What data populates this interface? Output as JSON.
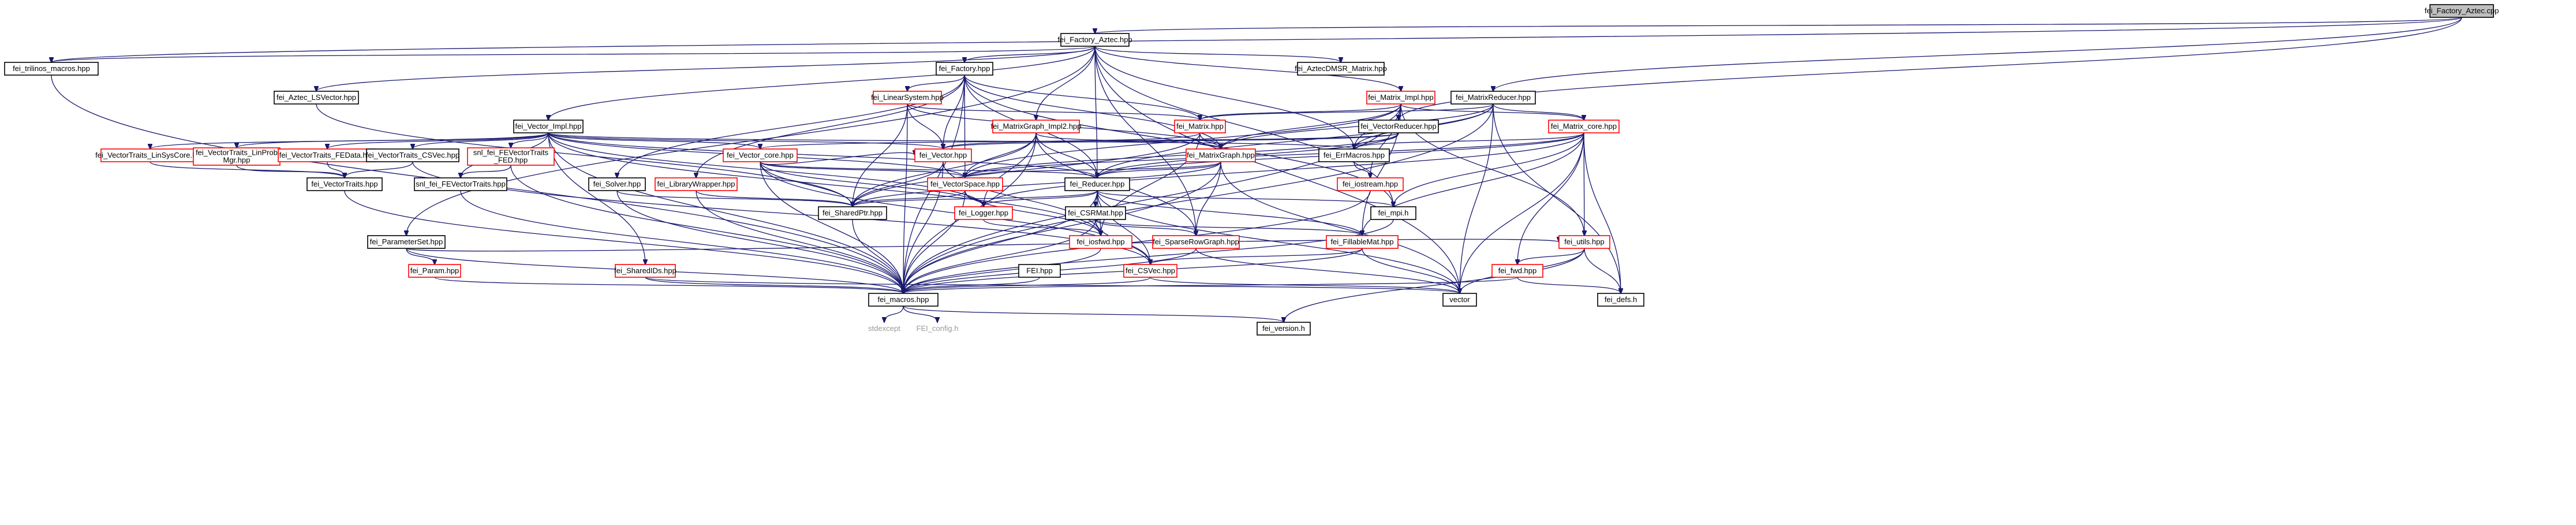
{
  "graph": {
    "root": "fei_Factory_Aztec.cpp",
    "nodes": [
      {
        "id": "root",
        "label": "fei_Factory_Aztec.cpp",
        "style": "root"
      },
      {
        "id": "factory_aztec",
        "label": "fei_Factory_Aztec.hpp",
        "style": "normal"
      },
      {
        "id": "inline_macros",
        "label": "fei_trilinos_macros.hpp",
        "style": "normal"
      },
      {
        "id": "aztec_dmsr",
        "label": "fei_AztecDMSR_Matrix.hpp",
        "style": "normal"
      },
      {
        "id": "matrix_reducer",
        "label": "fei_MatrixReducer.hpp",
        "style": "normal"
      },
      {
        "id": "factory",
        "label": "fei_Factory.hpp",
        "style": "normal"
      },
      {
        "id": "aztec_lsvector",
        "label": "fei_Aztec_LSVector.hpp",
        "style": "normal"
      },
      {
        "id": "linear_system",
        "label": "fei_LinearSystem.hpp",
        "style": "red"
      },
      {
        "id": "matrix_impl",
        "label": "fei_Matrix_Impl.hpp",
        "style": "red"
      },
      {
        "id": "vector_impl",
        "label": "fei_Vector_Impl.hpp",
        "style": "normal"
      },
      {
        "id": "matrix_graph_impl2",
        "label": "fei_MatrixGraph_Impl2.hpp",
        "style": "red"
      },
      {
        "id": "matrix_hpp",
        "label": "fei_Matrix.hpp",
        "style": "red"
      },
      {
        "id": "vector_reducer",
        "label": "fei_VectorReducer.hpp",
        "style": "normal"
      },
      {
        "id": "matrix_core",
        "label": "fei_Matrix_core.hpp",
        "style": "red"
      },
      {
        "id": "vt_linsyscore",
        "label": "fei_VectorTraits_LinSysCore.hpp",
        "style": "red"
      },
      {
        "id": "vt_linprobmgr",
        "label": "fei_VectorTraits_LinProb\nMgr.hpp",
        "style": "red"
      },
      {
        "id": "vt_fedata",
        "label": "fei_VectorTraits_FEData.hpp",
        "style": "red"
      },
      {
        "id": "vt_csvec",
        "label": "fei_VectorTraits_CSVec.hpp",
        "style": "normal"
      },
      {
        "id": "snl_vt_fed_red",
        "label": "snl_fei_FEVectorTraits\n_FED.hpp",
        "style": "red"
      },
      {
        "id": "vector_core",
        "label": "fei_Vector_core.hpp",
        "style": "red"
      },
      {
        "id": "vector_hpp",
        "label": "fei_Vector.hpp",
        "style": "red"
      },
      {
        "id": "matrix_graph",
        "label": "fei_MatrixGraph.hpp",
        "style": "red"
      },
      {
        "id": "err_macros",
        "label": "fei_ErrMacros.hpp",
        "style": "normal"
      },
      {
        "id": "vector_traits",
        "label": "fei_VectorTraits.hpp",
        "style": "normal"
      },
      {
        "id": "snl_vt",
        "label": "snl_fei_FEVectorTraits.hpp",
        "style": "normal"
      },
      {
        "id": "solver",
        "label": "fei_Solver.hpp",
        "style": "normal"
      },
      {
        "id": "library_wrapper",
        "label": "fei_LibraryWrapper.hpp",
        "style": "red"
      },
      {
        "id": "vector_space",
        "label": "fei_VectorSpace.hpp",
        "style": "red"
      },
      {
        "id": "reducer",
        "label": "fei_Reducer.hpp",
        "style": "normal"
      },
      {
        "id": "iostream",
        "label": "fei_iostream.hpp",
        "style": "red"
      },
      {
        "id": "shared_ptr",
        "label": "fei_SharedPtr.hpp",
        "style": "normal"
      },
      {
        "id": "logger",
        "label": "fei_Logger.hpp",
        "style": "red"
      },
      {
        "id": "csrmat",
        "label": "fei_CSRMat.hpp",
        "style": "normal"
      },
      {
        "id": "mpi",
        "label": "fei_mpi.h",
        "style": "normal"
      },
      {
        "id": "param_set",
        "label": "fei_ParameterSet.hpp",
        "style": "normal"
      },
      {
        "id": "iosfwd",
        "label": "fei_iosfwd.hpp",
        "style": "red"
      },
      {
        "id": "sparse_row_graph",
        "label": "fei_SparseRowGraph.hpp",
        "style": "red"
      },
      {
        "id": "fillable_mat",
        "label": "fei_FillableMat.hpp",
        "style": "red"
      },
      {
        "id": "utils",
        "label": "fei_utils.hpp",
        "style": "red"
      },
      {
        "id": "param",
        "label": "fei_Param.hpp",
        "style": "red"
      },
      {
        "id": "shared_ids",
        "label": "fei_SharedIDs.hpp",
        "style": "red"
      },
      {
        "id": "fei_hpp",
        "label": "FEI.hpp",
        "style": "normal"
      },
      {
        "id": "csvec",
        "label": "fei_CSVec.hpp",
        "style": "red"
      },
      {
        "id": "fwd",
        "label": "fei_fwd.hpp",
        "style": "red"
      },
      {
        "id": "vector_std",
        "label": "vector",
        "style": "normal"
      },
      {
        "id": "defs",
        "label": "fei_defs.h",
        "style": "normal"
      },
      {
        "id": "macros",
        "label": "fei_macros.hpp",
        "style": "normal"
      },
      {
        "id": "stdexcept",
        "label": "stdexcept",
        "style": "plain"
      },
      {
        "id": "fei_config",
        "label": "FEI_config.h",
        "style": "plain"
      },
      {
        "id": "version",
        "label": "fei_version.h",
        "style": "normal"
      }
    ],
    "edges": [
      [
        "root",
        "factory_aztec"
      ],
      [
        "root",
        "inline_macros"
      ],
      [
        "root",
        "matrix_reducer"
      ],
      [
        "root",
        "vector_reducer"
      ],
      [
        "factory_aztec",
        "inline_macros"
      ],
      [
        "factory_aztec",
        "aztec_dmsr"
      ],
      [
        "factory_aztec",
        "factory"
      ],
      [
        "factory_aztec",
        "aztec_lsvector"
      ],
      [
        "factory_aztec",
        "matrix_impl"
      ],
      [
        "factory_aztec",
        "vector_impl"
      ],
      [
        "factory_aztec",
        "matrix_graph_impl2"
      ],
      [
        "factory_aztec",
        "err_macros"
      ],
      [
        "factory_aztec",
        "param_set"
      ],
      [
        "factory_aztec",
        "reducer"
      ],
      [
        "factory_aztec",
        "mpi"
      ],
      [
        "factory_aztec",
        "vector_std"
      ],
      [
        "factory_aztec",
        "sparse_row_graph"
      ],
      [
        "inline_macros",
        "macros"
      ],
      [
        "factory",
        "linear_system"
      ],
      [
        "factory",
        "vector_hpp"
      ],
      [
        "factory",
        "matrix_hpp"
      ],
      [
        "factory",
        "solver"
      ],
      [
        "factory",
        "library_wrapper"
      ],
      [
        "factory",
        "vector_space"
      ],
      [
        "factory",
        "matrix_graph"
      ],
      [
        "factory",
        "mpi"
      ],
      [
        "factory",
        "macros"
      ],
      [
        "factory",
        "reducer"
      ],
      [
        "aztec_lsvector",
        "shared_ptr"
      ],
      [
        "linear_system",
        "matrix_hpp"
      ],
      [
        "linear_system",
        "vector_hpp"
      ],
      [
        "linear_system",
        "matrix_graph"
      ],
      [
        "linear_system",
        "shared_ptr"
      ],
      [
        "linear_system",
        "macros"
      ],
      [
        "matrix_impl",
        "matrix_hpp"
      ],
      [
        "matrix_impl",
        "matrix_core"
      ],
      [
        "matrix_impl",
        "matrix_graph"
      ],
      [
        "matrix_impl",
        "err_macros"
      ],
      [
        "matrix_impl",
        "iostream"
      ],
      [
        "matrix_impl",
        "macros"
      ],
      [
        "matrix_impl",
        "fillable_mat"
      ],
      [
        "matrix_impl",
        "utils"
      ],
      [
        "matrix_impl",
        "vector_space"
      ],
      [
        "vector_impl",
        "vt_linsyscore"
      ],
      [
        "vector_impl",
        "vt_linprobmgr"
      ],
      [
        "vector_impl",
        "vt_fedata"
      ],
      [
        "vector_impl",
        "vt_csvec"
      ],
      [
        "vector_impl",
        "snl_vt_fed_red"
      ],
      [
        "vector_impl",
        "snl_vt"
      ],
      [
        "vector_impl",
        "vector_core"
      ],
      [
        "vector_impl",
        "vector_hpp"
      ],
      [
        "vector_impl",
        "macros"
      ],
      [
        "vector_impl",
        "iosfwd"
      ],
      [
        "vector_impl",
        "shared_ids"
      ],
      [
        "vector_impl",
        "vector_space"
      ],
      [
        "vector_impl",
        "reducer"
      ],
      [
        "vector_impl",
        "logger"
      ],
      [
        "vector_impl",
        "err_macros"
      ],
      [
        "matrix_graph_impl2",
        "matrix_graph"
      ],
      [
        "matrix_graph_impl2",
        "vector_space"
      ],
      [
        "matrix_graph_impl2",
        "reducer"
      ],
      [
        "matrix_graph_impl2",
        "sparse_row_graph"
      ],
      [
        "matrix_graph_impl2",
        "macros"
      ],
      [
        "matrix_graph_impl2",
        "logger"
      ],
      [
        "matrix_graph_impl2",
        "shared_ptr"
      ],
      [
        "matrix_hpp",
        "vector_hpp"
      ],
      [
        "matrix_hpp",
        "matrix_graph"
      ],
      [
        "matrix_hpp",
        "shared_ptr"
      ],
      [
        "matrix_hpp",
        "iosfwd"
      ],
      [
        "matrix_reducer",
        "matrix_core"
      ],
      [
        "matrix_reducer",
        "matrix_hpp"
      ],
      [
        "matrix_reducer",
        "reducer"
      ],
      [
        "matrix_reducer",
        "matrix_graph"
      ],
      [
        "matrix_reducer",
        "err_macros"
      ],
      [
        "matrix_reducer",
        "macros"
      ],
      [
        "matrix_reducer",
        "vector_std"
      ],
      [
        "matrix_reducer",
        "defs"
      ],
      [
        "vector_reducer",
        "vector_hpp"
      ],
      [
        "vector_reducer",
        "reducer"
      ],
      [
        "vector_reducer",
        "err_macros"
      ],
      [
        "vector_reducer",
        "vector_space"
      ],
      [
        "vector_reducer",
        "vector_core"
      ],
      [
        "matrix_core",
        "mpi"
      ],
      [
        "matrix_core",
        "err_macros"
      ],
      [
        "matrix_core",
        "vector_space"
      ],
      [
        "matrix_core",
        "reducer"
      ],
      [
        "matrix_core",
        "fillable_mat"
      ],
      [
        "matrix_core",
        "utils"
      ],
      [
        "matrix_core",
        "fwd"
      ],
      [
        "matrix_core",
        "defs"
      ],
      [
        "matrix_core",
        "vector_std"
      ],
      [
        "matrix_core",
        "logger"
      ],
      [
        "vt_linsyscore",
        "vector_traits"
      ],
      [
        "vt_linprobmgr",
        "vector_traits"
      ],
      [
        "vt_fedata",
        "vector_traits"
      ],
      [
        "vt_csvec",
        "vector_traits"
      ],
      [
        "vt_csvec",
        "csvec"
      ],
      [
        "snl_vt_fed_red",
        "snl_vt"
      ],
      [
        "snl_vt_fed_red",
        "macros"
      ],
      [
        "vector_core",
        "vector_hpp"
      ],
      [
        "vector_core",
        "reducer"
      ],
      [
        "vector_core",
        "logger"
      ],
      [
        "vector_core",
        "vector_space"
      ],
      [
        "vector_core",
        "csvec"
      ],
      [
        "vector_core",
        "shared_ptr"
      ],
      [
        "vector_core",
        "macros"
      ],
      [
        "vector_hpp",
        "shared_ptr"
      ],
      [
        "vector_hpp",
        "iosfwd"
      ],
      [
        "vector_hpp",
        "macros"
      ],
      [
        "matrix_graph",
        "vector_space"
      ],
      [
        "matrix_graph",
        "reducer"
      ],
      [
        "matrix_graph",
        "sparse_row_graph"
      ],
      [
        "matrix_graph",
        "shared_ptr"
      ],
      [
        "matrix_graph",
        "macros"
      ],
      [
        "matrix_graph",
        "vector_std"
      ],
      [
        "err_macros",
        "iostream"
      ],
      [
        "vector_traits",
        "macros"
      ],
      [
        "snl_vt",
        "macros"
      ],
      [
        "solver",
        "shared_ptr"
      ],
      [
        "solver",
        "macros"
      ],
      [
        "library_wrapper",
        "shared_ptr"
      ],
      [
        "library_wrapper",
        "macros"
      ],
      [
        "vector_space",
        "logger"
      ],
      [
        "vector_space",
        "shared_ptr"
      ],
      [
        "vector_space",
        "iosfwd"
      ],
      [
        "vector_space",
        "macros"
      ],
      [
        "reducer",
        "csrmat"
      ],
      [
        "reducer",
        "fillable_mat"
      ],
      [
        "reducer",
        "logger"
      ],
      [
        "reducer",
        "shared_ptr"
      ],
      [
        "reducer",
        "mpi"
      ],
      [
        "reducer",
        "csvec"
      ],
      [
        "reducer",
        "macros"
      ],
      [
        "reducer",
        "vector_std"
      ],
      [
        "reducer",
        "iosfwd"
      ],
      [
        "iostream",
        "macros"
      ],
      [
        "shared_ptr",
        "macros"
      ],
      [
        "logger",
        "iosfwd"
      ],
      [
        "csrmat",
        "sparse_row_graph"
      ],
      [
        "csrmat",
        "fillable_mat"
      ],
      [
        "csrmat",
        "csvec"
      ],
      [
        "csrmat",
        "macros"
      ],
      [
        "mpi",
        "macros"
      ],
      [
        "param_set",
        "param"
      ],
      [
        "param_set",
        "macros"
      ],
      [
        "param_set",
        "utils"
      ],
      [
        "iosfwd",
        "macros"
      ],
      [
        "sparse_row_graph",
        "vector_std"
      ],
      [
        "sparse_row_graph",
        "macros"
      ],
      [
        "fillable_mat",
        "csvec"
      ],
      [
        "fillable_mat",
        "vector_std"
      ],
      [
        "fillable_mat",
        "macros"
      ],
      [
        "utils",
        "fwd"
      ],
      [
        "utils",
        "version"
      ],
      [
        "utils",
        "vector_std"
      ],
      [
        "utils",
        "defs"
      ],
      [
        "param",
        "macros"
      ],
      [
        "shared_ids",
        "vector_std"
      ],
      [
        "shared_ids",
        "macros"
      ],
      [
        "fei_hpp",
        "macros"
      ],
      [
        "csvec",
        "vector_std"
      ],
      [
        "csvec",
        "macros"
      ],
      [
        "fwd",
        "defs"
      ],
      [
        "fwd",
        "macros"
      ],
      [
        "macros",
        "stdexcept"
      ],
      [
        "macros",
        "fei_config"
      ],
      [
        "macros",
        "version"
      ]
    ]
  }
}
